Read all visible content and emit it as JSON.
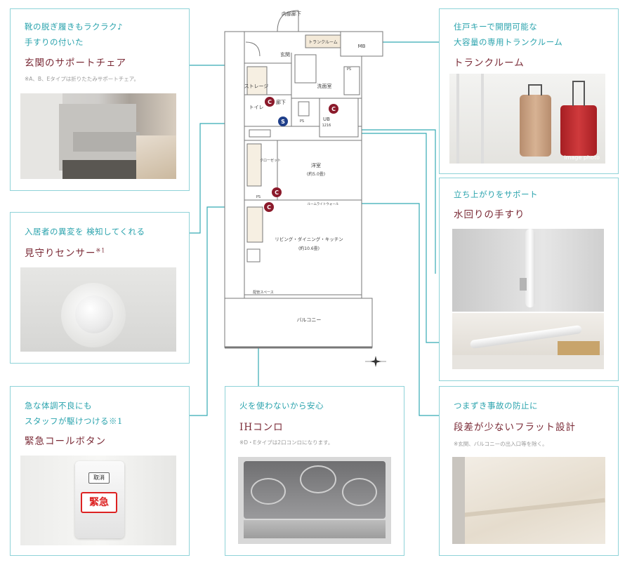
{
  "cards": {
    "genkan": {
      "sub1": "靴の脱ぎ履きもラクラク♪",
      "sub2": "手すりの付いた",
      "title": "玄関のサポートチェア",
      "note": "※A、B、Eタイプは折りたたみサポートチェア。"
    },
    "trunk": {
      "sub1": "住戸キーで開閉可能な",
      "sub2": "大容量の専用トランクルーム",
      "title": "トランクルーム",
      "photo_caption": "image photo"
    },
    "sensor": {
      "sub1": "入居者の異変を 検知してくれる",
      "title": "見守りセンサー",
      "title_sup": "※1"
    },
    "handrail": {
      "sub1": "立ち上がりをサポート",
      "title": "水回りの手すり"
    },
    "emergency": {
      "sub1": "急な体調不良にも",
      "sub2": "スタッフが駆けつける※1",
      "title": "緊急コールボタン",
      "btn_top": "取消",
      "btn_main": "緊急"
    },
    "ih": {
      "sub1": "火を使わないから安心",
      "title": "IHコンロ",
      "note": "※D・Eタイプは2口コンロになります。"
    },
    "flat": {
      "sub1": "つまずき事故の防止に",
      "title": "段差が少ないフラット設計",
      "note": "※玄関、バルコニーの出入口等を除く。"
    }
  },
  "floorplan": {
    "inner_corridor": "内部廊下",
    "trunk_room": "トランクルーム",
    "mb": "MB",
    "entrance": "玄関",
    "storage": "ストレージ",
    "wash": "洗面室",
    "toilet": "トイレ",
    "hall": "廊下",
    "ub": "UB",
    "ub_size": "1216",
    "ps": "PS",
    "western": "洋室",
    "western_size": "(約5.0畳)",
    "closet": "クローゼット",
    "living": "リビング・ダイニング・キッチン",
    "living_size": "(約10.6畳)",
    "balcony": "バルコニー",
    "outdoor_space": "配管スペース",
    "stop_wall": "ルームライトウォール",
    "marker_c": "C",
    "marker_s": "S",
    "north": "N"
  },
  "colors": {
    "accent": "#2aa3ad",
    "title": "#7a2a36",
    "marker": "#8b1a2b",
    "marker_s": "#1f3f8a"
  }
}
